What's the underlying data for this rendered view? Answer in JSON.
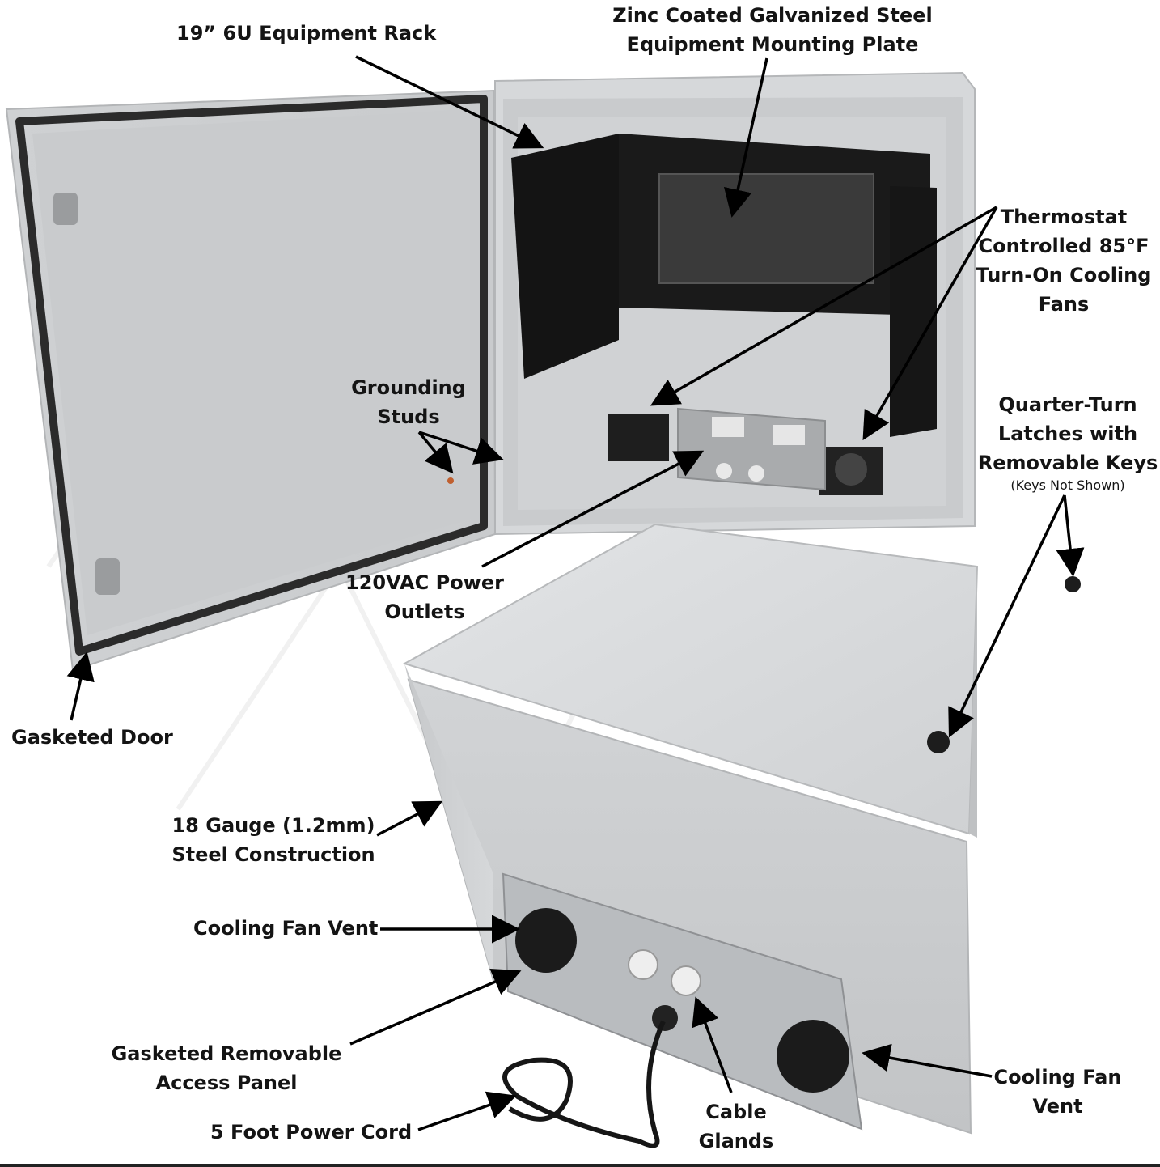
{
  "labels": {
    "rack": "19” 6U Equipment Rack",
    "plate_1": "Zinc Coated Galvanized Steel",
    "plate_2": "Equipment Mounting Plate",
    "thermo_1": "Thermostat",
    "thermo_2": "Controlled 85°F",
    "thermo_3": "Turn-On Cooling",
    "thermo_4": "Fans",
    "ground_1": "Grounding",
    "ground_2": "Studs",
    "latch_1": "Quarter-Turn",
    "latch_2": "Latches with",
    "latch_3": "Removable Keys",
    "latch_note": "(Keys Not Shown)",
    "outlets_1": "120VAC Power",
    "outlets_2": "Outlets",
    "door": "Gasketed Door",
    "steel_1": "18 Gauge (1.2mm)",
    "steel_2": "Steel Construction",
    "vent_left": "Cooling Fan Vent",
    "panel_1": "Gasketed Removable",
    "panel_2": "Access Panel",
    "cord": "5 Foot Power Cord",
    "glands_1": "Cable",
    "glands_2": "Glands",
    "vent_right_1": "Cooling Fan",
    "vent_right_2": "Vent"
  },
  "colors": {
    "enclosure": "#d4d6d8",
    "enclosure_dark": "#b8babc",
    "gasket": "#2a2a2a",
    "rack": "#141414",
    "arrow": "#000000"
  }
}
